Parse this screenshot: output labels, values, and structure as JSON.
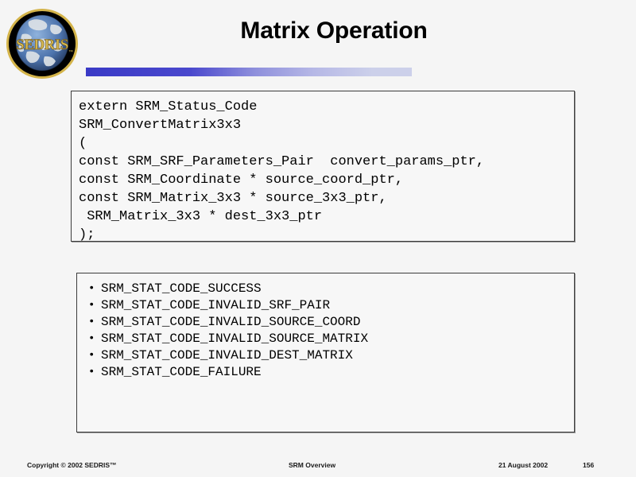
{
  "header": {
    "title": "Matrix Operation",
    "logo": {
      "icon": "sedris-globe-logo",
      "wordmark": "SEDRIS",
      "trademark": "™",
      "ring_color": "#d4b44a",
      "disc_color": "#000000",
      "globe_ocean_color": "#5b7fb4",
      "globe_land_color": "#d8dce0",
      "wordmark_color": "#d8bb52"
    },
    "accent_bar": {
      "icon": "gradient-rule",
      "color_start": "#3a3ac6",
      "color_end": "#ccd0ea"
    }
  },
  "code_block": {
    "lines": [
      "extern SRM_Status_Code",
      "SRM_ConvertMatrix3x3",
      "(",
      "const SRM_SRF_Parameters_Pair  convert_params_ptr,",
      "const SRM_Coordinate * source_coord_ptr,",
      "const SRM_Matrix_3x3 * source_3x3_ptr,",
      " SRM_Matrix_3x3 * dest_3x3_ptr",
      ");"
    ]
  },
  "status_codes": {
    "items": [
      "SRM_STAT_CODE_SUCCESS",
      "SRM_STAT_CODE_INVALID_SRF_PAIR",
      "SRM_STAT_CODE_INVALID_SOURCE_COORD",
      "SRM_STAT_CODE_INVALID_SOURCE_MATRIX",
      "SRM_STAT_CODE_INVALID_DEST_MATRIX",
      "SRM_STAT_CODE_FAILURE"
    ]
  },
  "footer": {
    "copyright": "Copyright © 2002 SEDRIS™",
    "center": "SRM Overview",
    "date": "21 August 2002",
    "page_number": "156"
  }
}
